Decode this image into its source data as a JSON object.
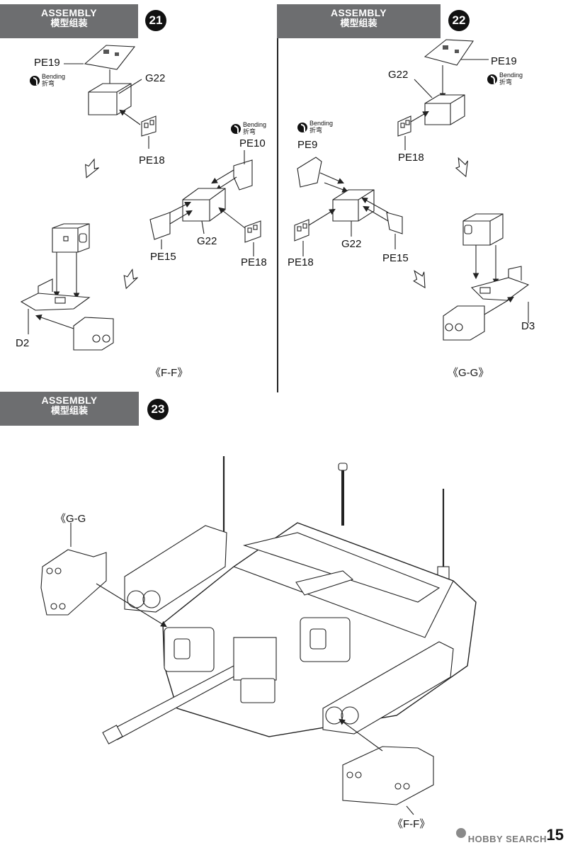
{
  "steps": [
    {
      "number": "21",
      "banner_en": "ASSEMBLY",
      "banner_cn": "模型组装"
    },
    {
      "number": "22",
      "banner_en": "ASSEMBLY",
      "banner_cn": "模型组装"
    },
    {
      "number": "23",
      "banner_en": "ASSEMBLY",
      "banner_cn": "模型组装"
    }
  ],
  "bending": {
    "en": "Bending",
    "cn": "折弯"
  },
  "step21": {
    "parts": {
      "pe19": "PE19",
      "g22_a": "G22",
      "pe18_a": "PE18",
      "pe10": "PE10",
      "g22_b": "G22",
      "pe15": "PE15",
      "pe18_b": "PE18",
      "d2": "D2"
    },
    "subassembly": "《F-F》"
  },
  "step22": {
    "parts": {
      "pe19": "PE19",
      "g22_a": "G22",
      "pe18_a": "PE18",
      "pe9": "PE9",
      "pe18_b": "PE18",
      "g22_b": "G22",
      "pe15": "PE15",
      "d3": "D3"
    },
    "subassembly": "《G-G》"
  },
  "step23": {
    "label_gg": "《G-G",
    "label_ff": "《F-F》"
  },
  "page_number": "15",
  "watermark": "HOBBY SEARCH"
}
